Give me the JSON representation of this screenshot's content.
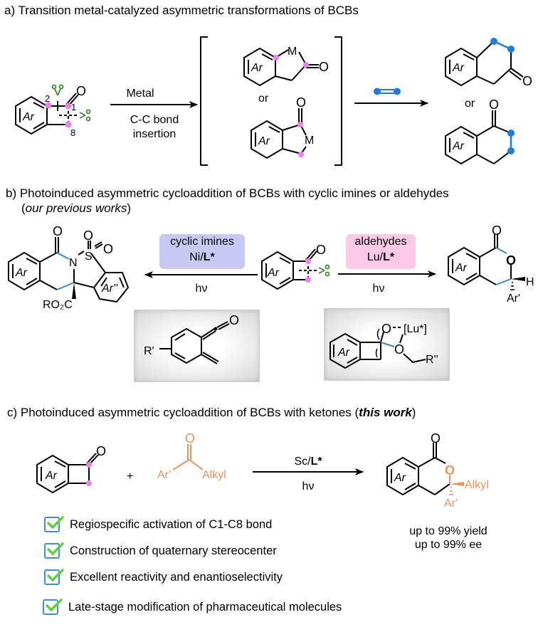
{
  "sections": {
    "a": {
      "title": "a) Transition metal-catalyzed asymmetric transformations  of BCBs",
      "arrow1_top": "Metal",
      "arrow1_bottom_line1": "C-C bond",
      "arrow1_bottom_line2": "insertion",
      "atom_labels": {
        "c2": "2",
        "c1": "1",
        "c8": "8",
        "oxygen": "O",
        "ar": "Ar",
        "metal": "M"
      },
      "or_label": "or"
    },
    "b": {
      "title": "b) Photoinduced  asymmetric cycloaddition of BCBs with cyclic imines or aldehydes",
      "subtitle_open": "(",
      "subtitle_italic": "our previous  works",
      "subtitle_close": ")",
      "left_box_line1": "cyclic imines",
      "left_box_line2_prefix": "Ni/",
      "left_box_line2_bold": "L*",
      "right_box_line1": "aldehydes",
      "right_box_line2_prefix": "Lu/",
      "right_box_line2_bold": "L*",
      "hv": "hν",
      "labels": {
        "ro2c": "RO₂C",
        "ar2": "Ar''",
        "n": "N",
        "s": "S",
        "h": "H",
        "ar1": "Ar'",
        "rprime": "R'",
        "lu": "[Lu*]",
        "rpp": "R''"
      }
    },
    "c": {
      "title_prefix": "c) Photoinduced  asymmetric cycloaddition of BCBs with ketones (",
      "title_bold_italic": "this work",
      "title_suffix": ")",
      "plus": "+",
      "reagent_ar": "Ar'",
      "reagent_alkyl": "Alkyl",
      "arrow_top_prefix": "Sc/",
      "arrow_top_bold": "L*",
      "hv": "hν",
      "product_alkyl": "Alkyl",
      "product_ar": "Ar'",
      "yield_line1": "up to 99% yield",
      "yield_line2": "up to 99% ee",
      "features": [
        "Regiospecific activation of C1-C8 bond",
        "Construction of quaternary  stereocenter",
        "Excellent reactivity and enantioselectivity",
        "Late-stage  modification of pharmaceutical  molecules"
      ]
    }
  },
  "colors": {
    "pink_dot": "#f07ef0",
    "blue_dot": "#1a7ee6",
    "blue_bond": "#2b8ae0",
    "green_scissors": "#3a8a2a",
    "orange": "#f0915c",
    "imine_box": "#c9c8f5",
    "aldehyde_box": "#fbc9e6",
    "check_green": "#5cd13a",
    "check_border": "#3b8fe0"
  }
}
